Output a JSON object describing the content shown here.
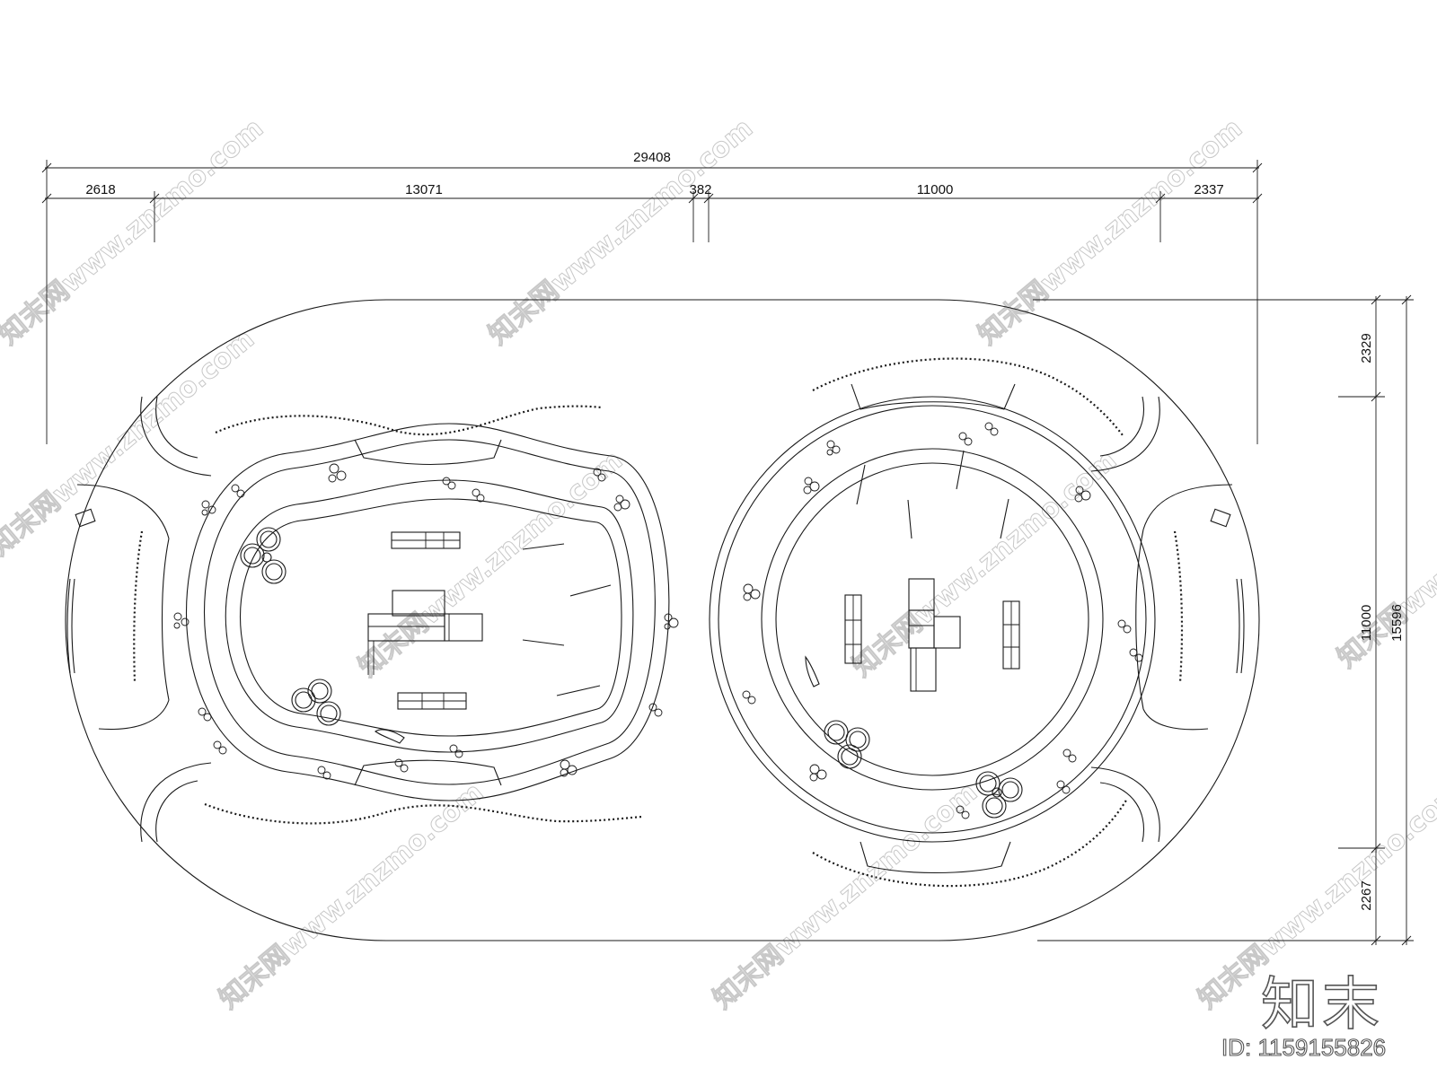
{
  "dimensions": {
    "overall_width": "29408",
    "segments": [
      "2618",
      "13071",
      "382",
      "11000",
      "2337"
    ],
    "right_side": [
      "2329",
      "11000",
      "2267"
    ],
    "overall_height": "15596"
  },
  "watermark": "知末网www.znzmo.com",
  "logo": {
    "brand": "知末",
    "id_text": "ID: 1159155826"
  }
}
